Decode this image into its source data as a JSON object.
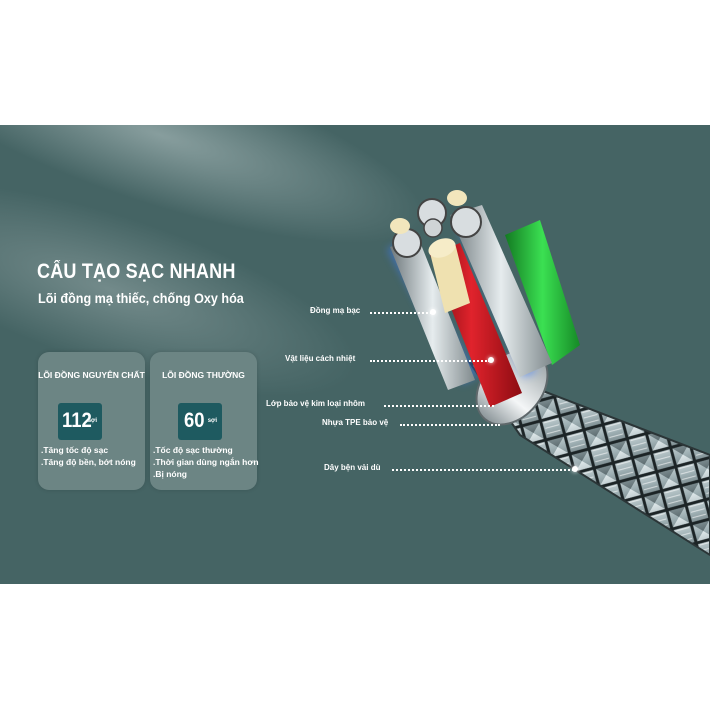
{
  "heading": {
    "title": "CẤU TẠO SẠC NHANH",
    "subtitle": "Lõi đồng mạ thiếc, chống Oxy hóa"
  },
  "cards": [
    {
      "title": "LÕI ĐỒNG NGUYÊN CHẤT",
      "count": "112",
      "unit": "sợi",
      "bullets": [
        ".Tăng tốc độ sạc",
        ".Tăng độ bền, bớt nóng"
      ]
    },
    {
      "title": "LÕI ĐỒNG THƯỜNG",
      "count": "60",
      "unit": "sợi",
      "bullets": [
        ".Tốc độ sạc thường",
        ".Thời gian dùng ngắn hơn",
        ".Bị nóng"
      ]
    }
  ],
  "callouts": [
    {
      "label": "Đồng mạ bạc"
    },
    {
      "label": "Vật liệu cách nhiệt"
    },
    {
      "label": "Lớp bảo vệ kim loại nhôm"
    },
    {
      "label": "Nhựa TPE bảo vệ"
    },
    {
      "label": "Dây bện vải dù"
    }
  ],
  "colors": {
    "background": "#456464",
    "card": "#6c8584",
    "number_box": "#1e5a60",
    "wire_red": "#c8141e",
    "wire_green": "#2ecc40",
    "braid": "#b8c8cc"
  }
}
